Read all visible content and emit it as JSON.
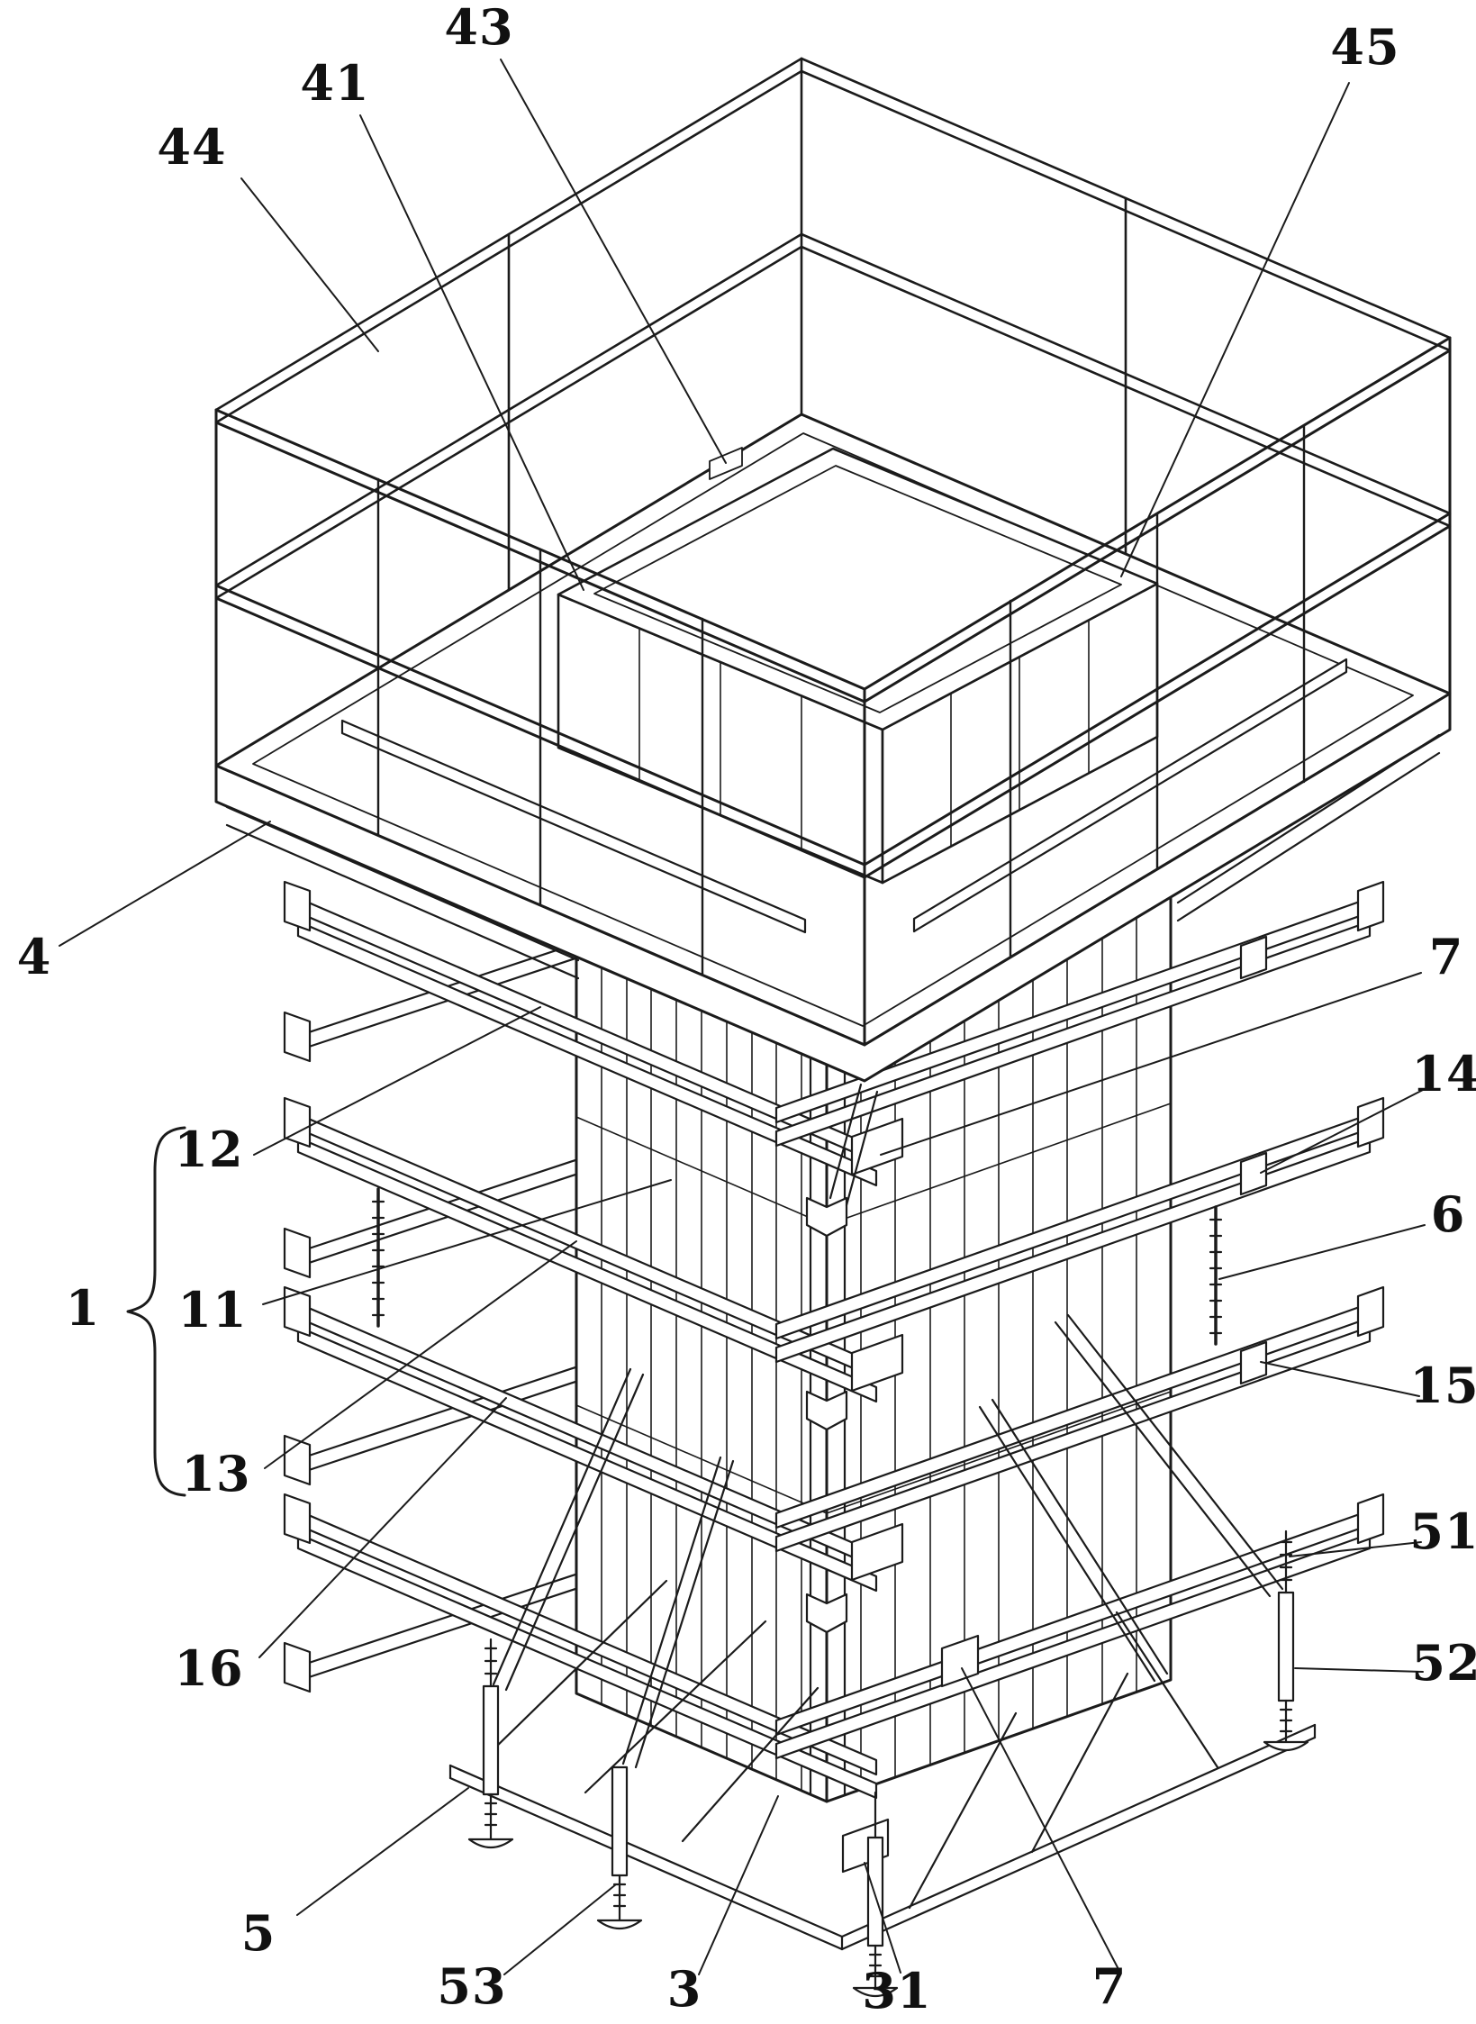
{
  "figure": {
    "kind": "patent-style isometric line drawing",
    "subject": "adjustable column formwork with top working platform, guard rails, walers, corner clamps, push-pull props and screw jacks",
    "background_color": "#ffffff",
    "line_color": "#1b1b1b"
  },
  "labels": {
    "44": "44",
    "41": "41",
    "43": "43",
    "45": "45",
    "4": "4",
    "7_right": "7",
    "14": "14",
    "12": "12",
    "6": "6",
    "11": "11",
    "1": "1",
    "15": "15",
    "13": "13",
    "51": "51",
    "16": "16",
    "52": "52",
    "5": "5",
    "53": "53",
    "3": "3",
    "31": "31",
    "7_bottom": "7"
  }
}
